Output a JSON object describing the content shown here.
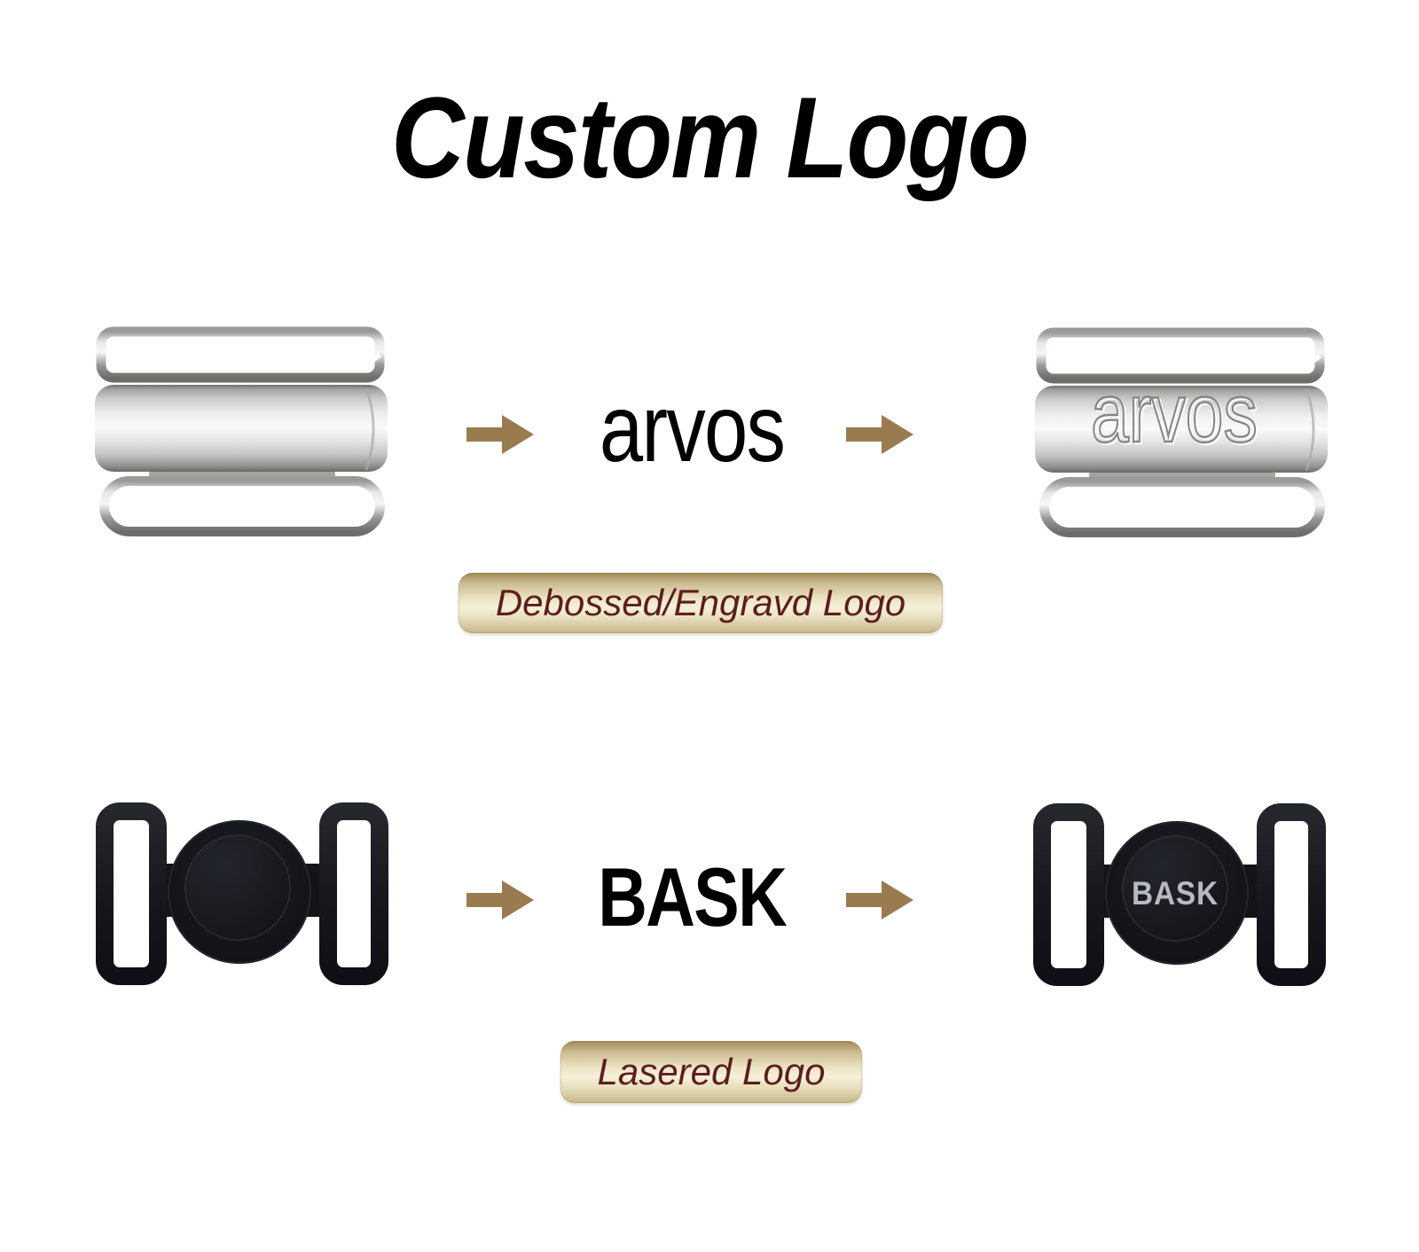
{
  "title": "Custom Logo",
  "process_rows": [
    {
      "logo_text": "arvos",
      "result_text": "arvos",
      "caption": "Debossed/Engravd Logo"
    },
    {
      "logo_text": "BASK",
      "result_text": "BASK",
      "caption": "Lasered Logo"
    }
  ],
  "colors": {
    "arrow": "#9a7b50",
    "title_text": "#000000",
    "logo_sample_text": "#000000",
    "caption_text": "#5c1e20",
    "caption_bg_top": "#a08655",
    "caption_bg_light": "#f7f1d9",
    "caption_bg_bottom": "#c6b588",
    "metal_silver": "#d9d8d6",
    "plastic_black": "#15161b",
    "lasered_logo_text": "#b6b9bf",
    "background": "#ffffff"
  }
}
